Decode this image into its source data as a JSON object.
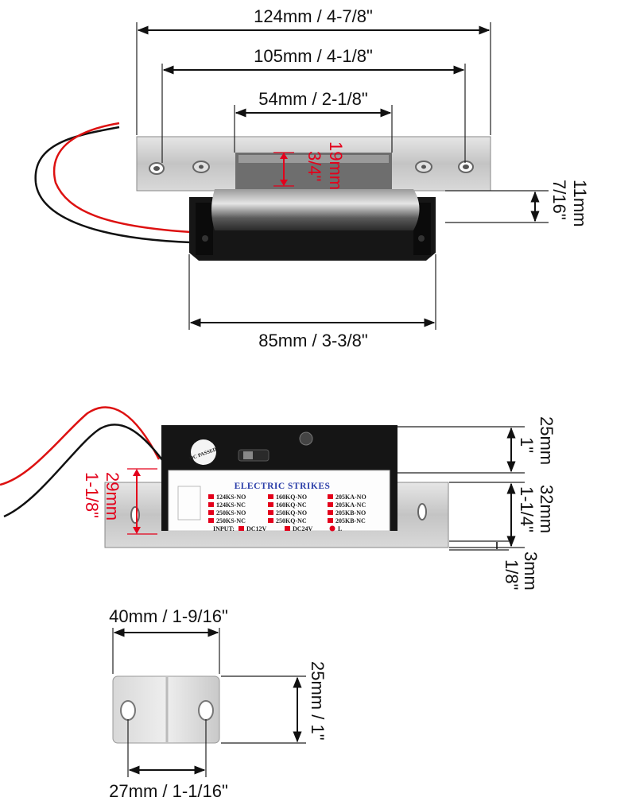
{
  "top_view": {
    "dim_overall": "124mm / 4-7/8\"",
    "dim_holes": "105mm / 4-1/8\"",
    "dim_opening": "54mm / 2-1/8\"",
    "dim_depth_mm": "19mm",
    "dim_depth_in": "3/4\"",
    "dim_body": "85mm / 3-3/8\"",
    "dim_side_mm": "11mm",
    "dim_side_in": "7/16\""
  },
  "side_view": {
    "dim_body_h_mm": "25mm",
    "dim_body_h_in": "1\"",
    "dim_plate_mm": "32mm",
    "dim_plate_in": "1-1/4\"",
    "dim_thick_mm": "3mm",
    "dim_thick_in": "1/8\"",
    "dim_total_mm": "29mm",
    "dim_total_in": "1-1/8\"",
    "qc_badge": "QC PASSED",
    "label": {
      "title": "ELECTRIC STRIKES",
      "col1": [
        "124KS-NO",
        "124KS-NC",
        "250KS-NO",
        "250KS-NC"
      ],
      "col2": [
        "160KQ-NO",
        "160KQ-NC",
        "250KQ-NO",
        "250KQ-NC"
      ],
      "col3": [
        "205KA-NO",
        "205KA-NC",
        "205KB-NO",
        "205KB-NC"
      ],
      "input": "INPUT:",
      "v1": "DC12V",
      "v2": "DC24V",
      "l": "L"
    }
  },
  "plate_view": {
    "dim_width": "40mm / 1-9/16\"",
    "dim_height_mm": "25mm / 1\"",
    "dim_holes": "27mm / 1-1/16\""
  },
  "colors": {
    "accent_red": "#e3001b",
    "steel": "#c9c9c9",
    "body_black": "#151515"
  }
}
